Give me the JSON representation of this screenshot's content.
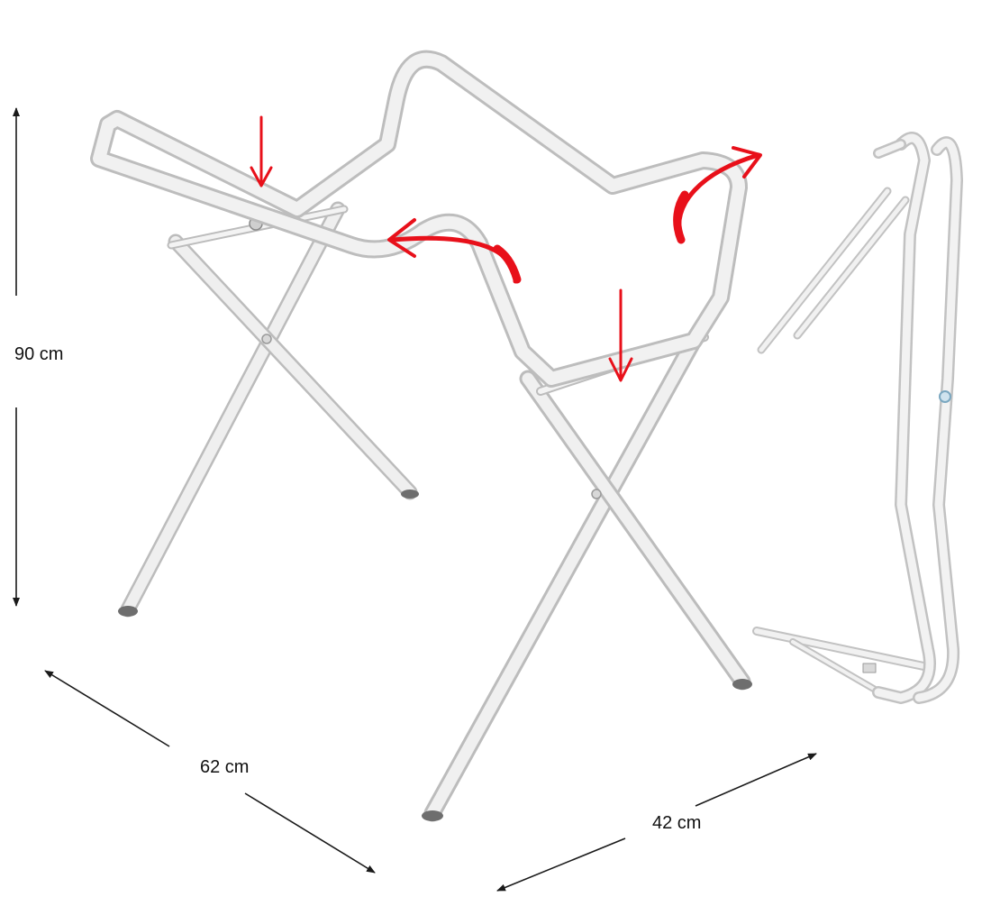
{
  "dimensions": {
    "height": "90 cm",
    "width": "62 cm",
    "depth": "42 cm"
  },
  "colors": {
    "frame": "#ececec",
    "frame_edge": "#b9b9b9",
    "arrow": "#e8101a",
    "dimension_line": "#1a1a1a",
    "foot": "#6e6e6e"
  }
}
